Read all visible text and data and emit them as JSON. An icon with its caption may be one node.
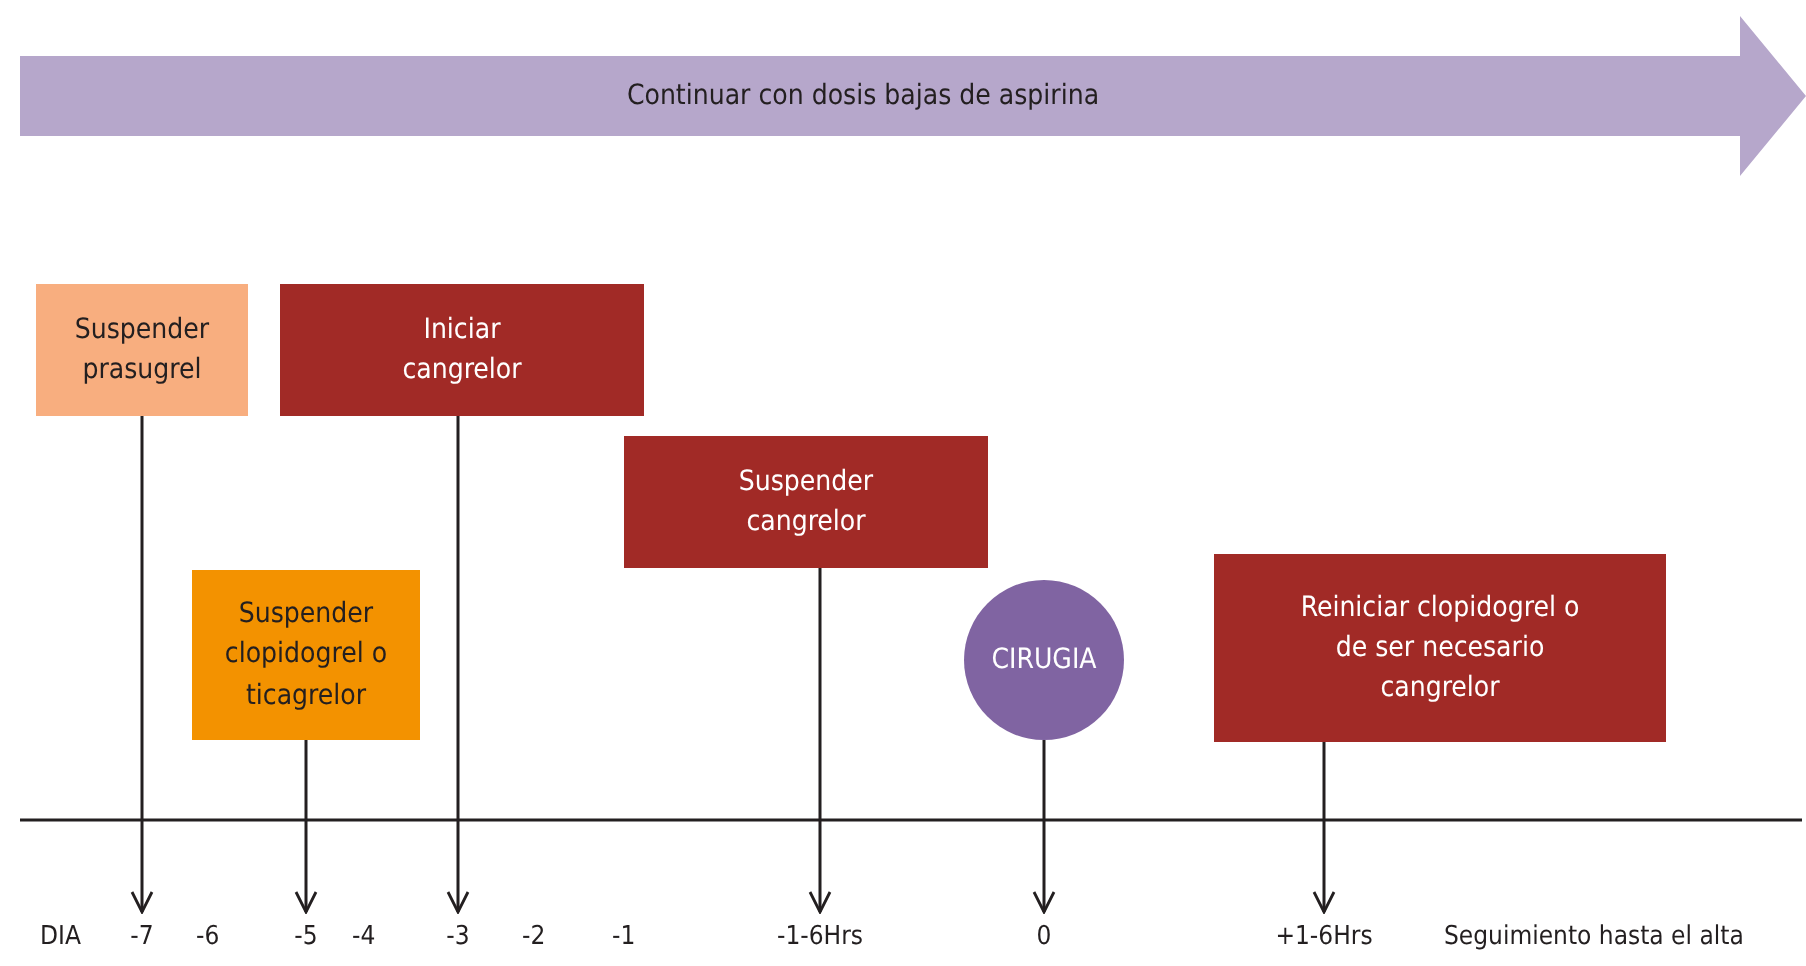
{
  "diagram": {
    "nodes": [
      {
        "text": [
          "Continuar con dosis bajas de aspirina"
        ]
      },
      {
        "text": [
          "Suspender prasugrel"
        ]
      },
      {
        "text": [
          "Iniciar cangrelor"
        ]
      },
      {
        "text": [
          "Suspender cangrelor"
        ]
      },
      {
        "text": [
          "Suspender clopidogrel o ticagrelor"
        ]
      },
      {
        "text": [
          "CIRUGIA"
        ]
      },
      {
        "text": [
          "Reiniciar clopidogrel o de ser necesario cangrelor"
        ]
      },
      {
        "text": [
          "-7"
        ]
      },
      {
        "text": [
          "-5"
        ]
      },
      {
        "text": [
          "-3"
        ]
      },
      {
        "text": [
          "-1-6Hrs"
        ]
      },
      {
        "text": [
          "0"
        ]
      },
      {
        "text": [
          "+1-6Hrs"
        ]
      }
    ],
    "edges": [
      {
        "from": 1,
        "to": 7,
        "arrow": "to"
      },
      {
        "from": 4,
        "to": 8,
        "arrow": "to"
      },
      {
        "from": 2,
        "to": 9,
        "arrow": "to"
      },
      {
        "from": 3,
        "to": 10,
        "arrow": "to"
      },
      {
        "from": 5,
        "to": 11,
        "arrow": "to"
      },
      {
        "from": 6,
        "to": 12,
        "arrow": "to"
      }
    ],
    "labels": [
      "DIA",
      "-6",
      "-4",
      "-2",
      "-1",
      "Seguimiento hasta el alta"
    ]
  }
}
